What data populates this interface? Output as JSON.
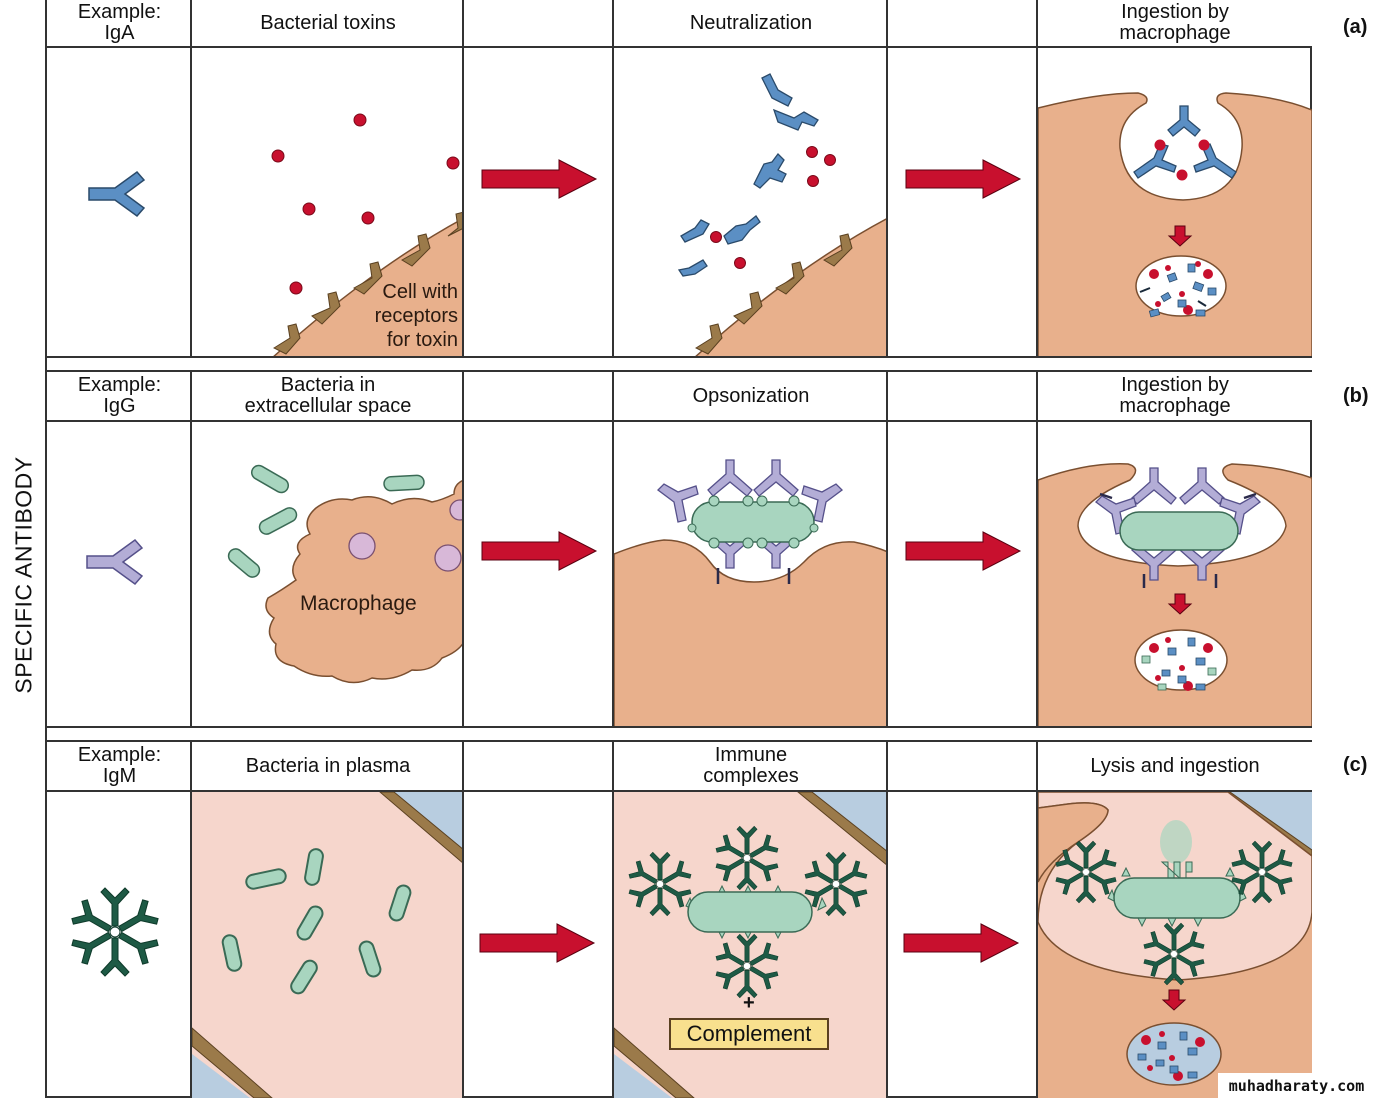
{
  "figure": {
    "side_label": "SPECIFIC ANTIBODY",
    "rows": [
      {
        "tag": "(a)",
        "example_label": "Example:",
        "antibody": "IgA",
        "col1_title": "Bacterial toxins",
        "col3_title": "Neutralization",
        "col5_title_line1": "Ingestion by",
        "col5_title_line2": "macrophage",
        "cell_annotation_line1": "Cell with",
        "cell_annotation_line2": "receptors",
        "cell_annotation_line3": "for toxin",
        "antibody_color": "#5b8fc4"
      },
      {
        "tag": "(b)",
        "example_label": "Example:",
        "antibody": "IgG",
        "col1_title_line1": "Bacteria in",
        "col1_title_line2": "extracellular space",
        "col3_title": "Opsonization",
        "col5_title_line1": "Ingestion by",
        "col5_title_line2": "macrophage",
        "cell_annotation": "Macrophage",
        "antibody_color": "#b3add6"
      },
      {
        "tag": "(c)",
        "example_label": "Example:",
        "antibody": "IgM",
        "col1_title": "Bacteria in plasma",
        "col3_title_line1": "Immune",
        "col3_title_line2": "complexes",
        "col5_title": "Lysis and ingestion",
        "plus_sign": "+",
        "complement_label": "Complement",
        "antibody_color": "#1e5a45"
      }
    ],
    "colors": {
      "cell": "#e8b08c",
      "receptor": "#9b7a4a",
      "toxin": "#c8102e",
      "arrow": "#c8102e",
      "bacterium": "#a8d5bf",
      "plasma": "#f6d6cc",
      "vessel_outside": "#b8cde0",
      "complement_box": "#f8e08e"
    }
  },
  "watermark": "muhadharaty.com"
}
